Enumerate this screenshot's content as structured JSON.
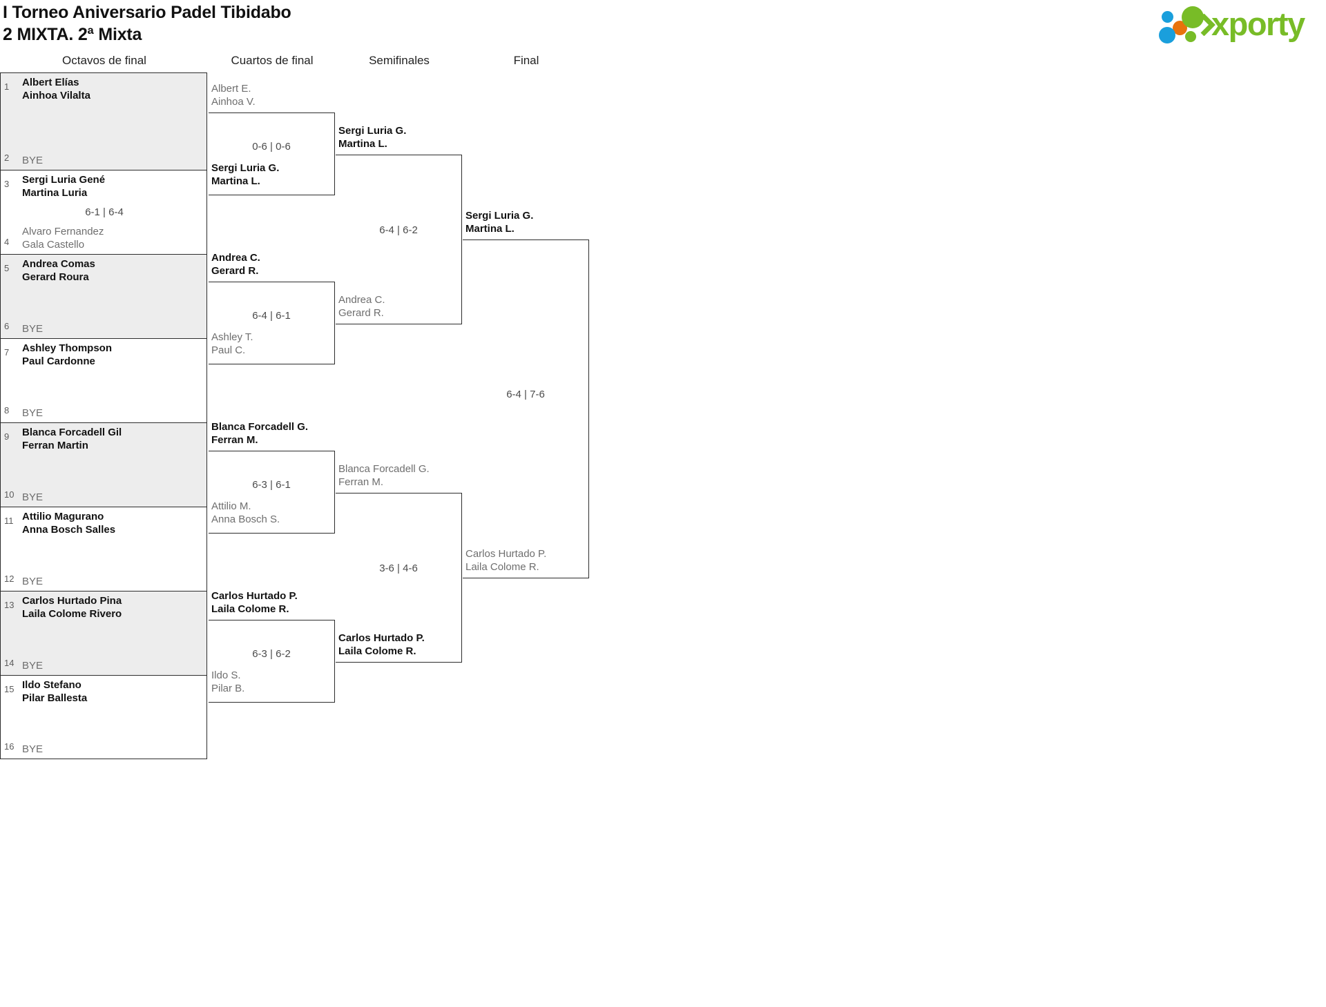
{
  "tournament": {
    "name": "I Torneo Aniversario Padel Tibidabo",
    "category": "2 MIXTA. 2ª Mixta"
  },
  "brand": {
    "name": "xporty",
    "green": "#78bc27",
    "blue": "#1a9fdc",
    "orange": "#e8730c"
  },
  "rounds": {
    "r1": "Octavos de final",
    "r2": "Cuartos de final",
    "r3": "Semifinales",
    "r4": "Final"
  },
  "bye_label": "BYE",
  "chart_data": {
    "type": "bracket",
    "title": "I Torneo Aniversario Padel Tibidabo - 2 MIXTA. 2ª Mixta",
    "rounds": [
      "Octavos de final",
      "Cuartos de final",
      "Semifinales",
      "Final"
    ],
    "draw_size": 16
  },
  "seeds": [
    {
      "num": "1",
      "p1": "Albert Elías",
      "p2": "Ainhoa Vilalta",
      "status": "winner"
    },
    {
      "num": "2",
      "p1": "BYE",
      "p2": "",
      "status": "bye"
    },
    {
      "num": "3",
      "p1": "Sergi Luria Gené",
      "p2": "Martina Luria",
      "status": "winner"
    },
    {
      "num": "4",
      "p1": "Alvaro Fernandez",
      "p2": "Gala Castello",
      "status": "loser"
    },
    {
      "num": "5",
      "p1": "Andrea Comas",
      "p2": "Gerard Roura",
      "status": "winner"
    },
    {
      "num": "6",
      "p1": "BYE",
      "p2": "",
      "status": "bye"
    },
    {
      "num": "7",
      "p1": "Ashley Thompson",
      "p2": "Paul Cardonne",
      "status": "winner"
    },
    {
      "num": "8",
      "p1": "BYE",
      "p2": "",
      "status": "bye"
    },
    {
      "num": "9",
      "p1": "Blanca Forcadell Gil",
      "p2": "Ferran Martin",
      "status": "winner"
    },
    {
      "num": "10",
      "p1": "BYE",
      "p2": "",
      "status": "bye"
    },
    {
      "num": "11",
      "p1": "Attilio Magurano",
      "p2": "Anna Bosch Salles",
      "status": "winner"
    },
    {
      "num": "12",
      "p1": "BYE",
      "p2": "",
      "status": "bye"
    },
    {
      "num": "13",
      "p1": "Carlos Hurtado Pina",
      "p2": "Laila Colome Rivero",
      "status": "winner"
    },
    {
      "num": "14",
      "p1": "BYE",
      "p2": "",
      "status": "bye"
    },
    {
      "num": "15",
      "p1": "Ildo Stefano",
      "p2": "Pilar Ballesta",
      "status": "winner"
    },
    {
      "num": "16",
      "p1": "BYE",
      "p2": "",
      "status": "bye"
    }
  ],
  "r1_scores": [
    {
      "id": "m2",
      "score": "6-1 | 6-4"
    }
  ],
  "r2": {
    "m1": {
      "top": {
        "p1": "Albert E.",
        "p2": "Ainhoa V.",
        "status": "loser"
      },
      "bottom": {
        "p1": "Sergi Luria G.",
        "p2": "Martina L.",
        "status": "winner"
      },
      "score": "0-6 | 0-6"
    },
    "m2": {
      "top": {
        "p1": "Andrea C.",
        "p2": "Gerard R.",
        "status": "winner"
      },
      "bottom": {
        "p1": "Ashley T.",
        "p2": "Paul C.",
        "status": "loser"
      },
      "score": "6-4 | 6-1"
    },
    "m3": {
      "top": {
        "p1": "Blanca Forcadell G.",
        "p2": "Ferran M.",
        "status": "winner"
      },
      "bottom": {
        "p1": "Attilio M.",
        "p2": "Anna Bosch S.",
        "status": "loser"
      },
      "score": "6-3 | 6-1"
    },
    "m4": {
      "top": {
        "p1": "Carlos Hurtado P.",
        "p2": "Laila Colome R.",
        "status": "winner"
      },
      "bottom": {
        "p1": "Ildo S.",
        "p2": "Pilar B.",
        "status": "loser"
      },
      "score": "6-3 | 6-2"
    }
  },
  "r3": {
    "m1": {
      "top": {
        "p1": "Sergi Luria G.",
        "p2": "Martina L.",
        "status": "winner"
      },
      "bottom": {
        "p1": "Andrea C.",
        "p2": "Gerard R.",
        "status": "loser"
      },
      "score": "6-4 | 6-2"
    },
    "m2": {
      "top": {
        "p1": "Blanca Forcadell G.",
        "p2": "Ferran M.",
        "status": "loser"
      },
      "bottom": {
        "p1": "Carlos Hurtado P.",
        "p2": "Laila Colome R.",
        "status": "winner"
      },
      "score": "3-6 | 4-6"
    }
  },
  "r4": {
    "m1": {
      "top": {
        "p1": "Sergi Luria G.",
        "p2": "Martina L.",
        "status": "winner"
      },
      "bottom": {
        "p1": "Carlos Hurtado P.",
        "p2": "Laila Colome R.",
        "status": "loser"
      },
      "score": "6-4 | 7-6"
    }
  }
}
